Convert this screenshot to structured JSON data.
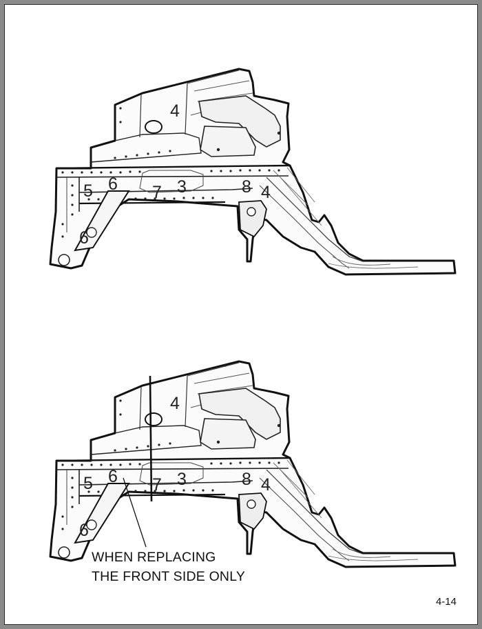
{
  "figures": [
    {
      "callouts": {
        "4a": "4",
        "5": "5",
        "6a": "6",
        "7": "7",
        "3": "3",
        "8": "8",
        "4b": "4",
        "6b": "6"
      }
    },
    {
      "callouts": {
        "4a": "4",
        "5": "5",
        "6a": "6",
        "7": "7",
        "3": "3",
        "8": "8",
        "4b": "4",
        "6b": "6"
      },
      "note": {
        "line1": "WHEN REPLACING",
        "line2": "THE FRONT SIDE ONLY"
      }
    }
  ],
  "page_number": "4-14"
}
